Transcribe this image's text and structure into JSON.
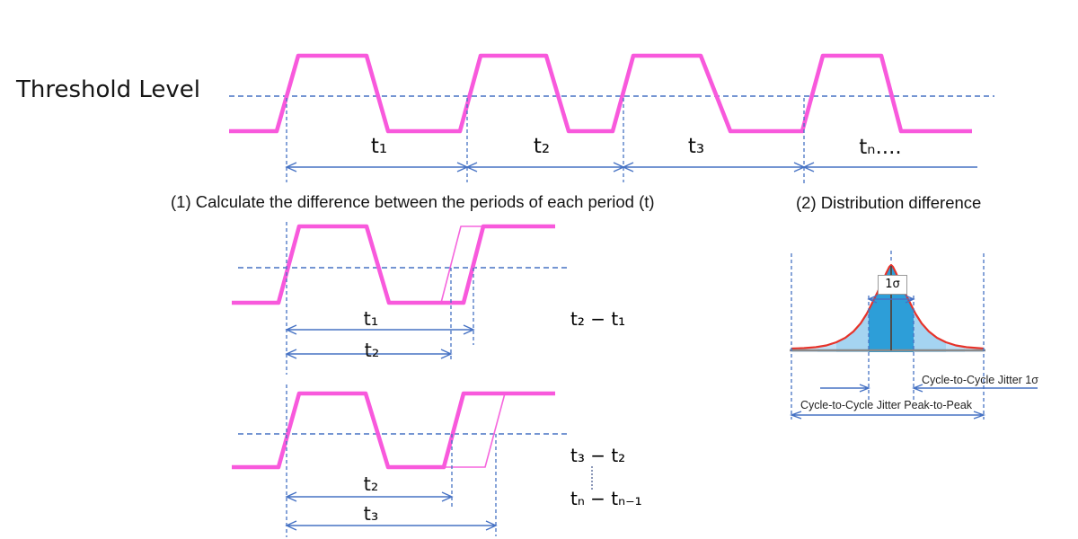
{
  "colors": {
    "waveform_magenta": "#f859dc",
    "annotation_blue": "#4672c4",
    "text_black": "#111111",
    "bell_outline_red": "#e6332a",
    "bell_center_blue": "#2d9ed8",
    "bell_band_inner": "#a5d4f1",
    "bell_band_mid": "#c0e1f7",
    "bell_band_outer": "#d6ebfa",
    "baseline_gray": "#8a8a8a"
  },
  "threshold": {
    "label": "Threshold Level"
  },
  "top_wave": {
    "t1": "t₁",
    "t2": "t₂",
    "t3": "t₃",
    "tn": "tₙ...."
  },
  "section1": {
    "heading": "(1) Calculate the difference between the periods of each period (t)",
    "diagram1": {
      "t1": "t₁",
      "t2": "t₂",
      "formula": "t₂ − t₁"
    },
    "diagram2": {
      "t2": "t₂",
      "t3": "t₃",
      "formula_top": "t₃ − t₂",
      "formula_bottom": "tₙ − tₙ₋₁"
    }
  },
  "section2": {
    "heading": "(2) Distribution difference",
    "sigma_box": "1σ",
    "jitter_sigma": "Cycle-to-Cycle Jitter 1σ",
    "jitter_p2p": "Cycle-to-Cycle Jitter Peak-to-Peak"
  }
}
